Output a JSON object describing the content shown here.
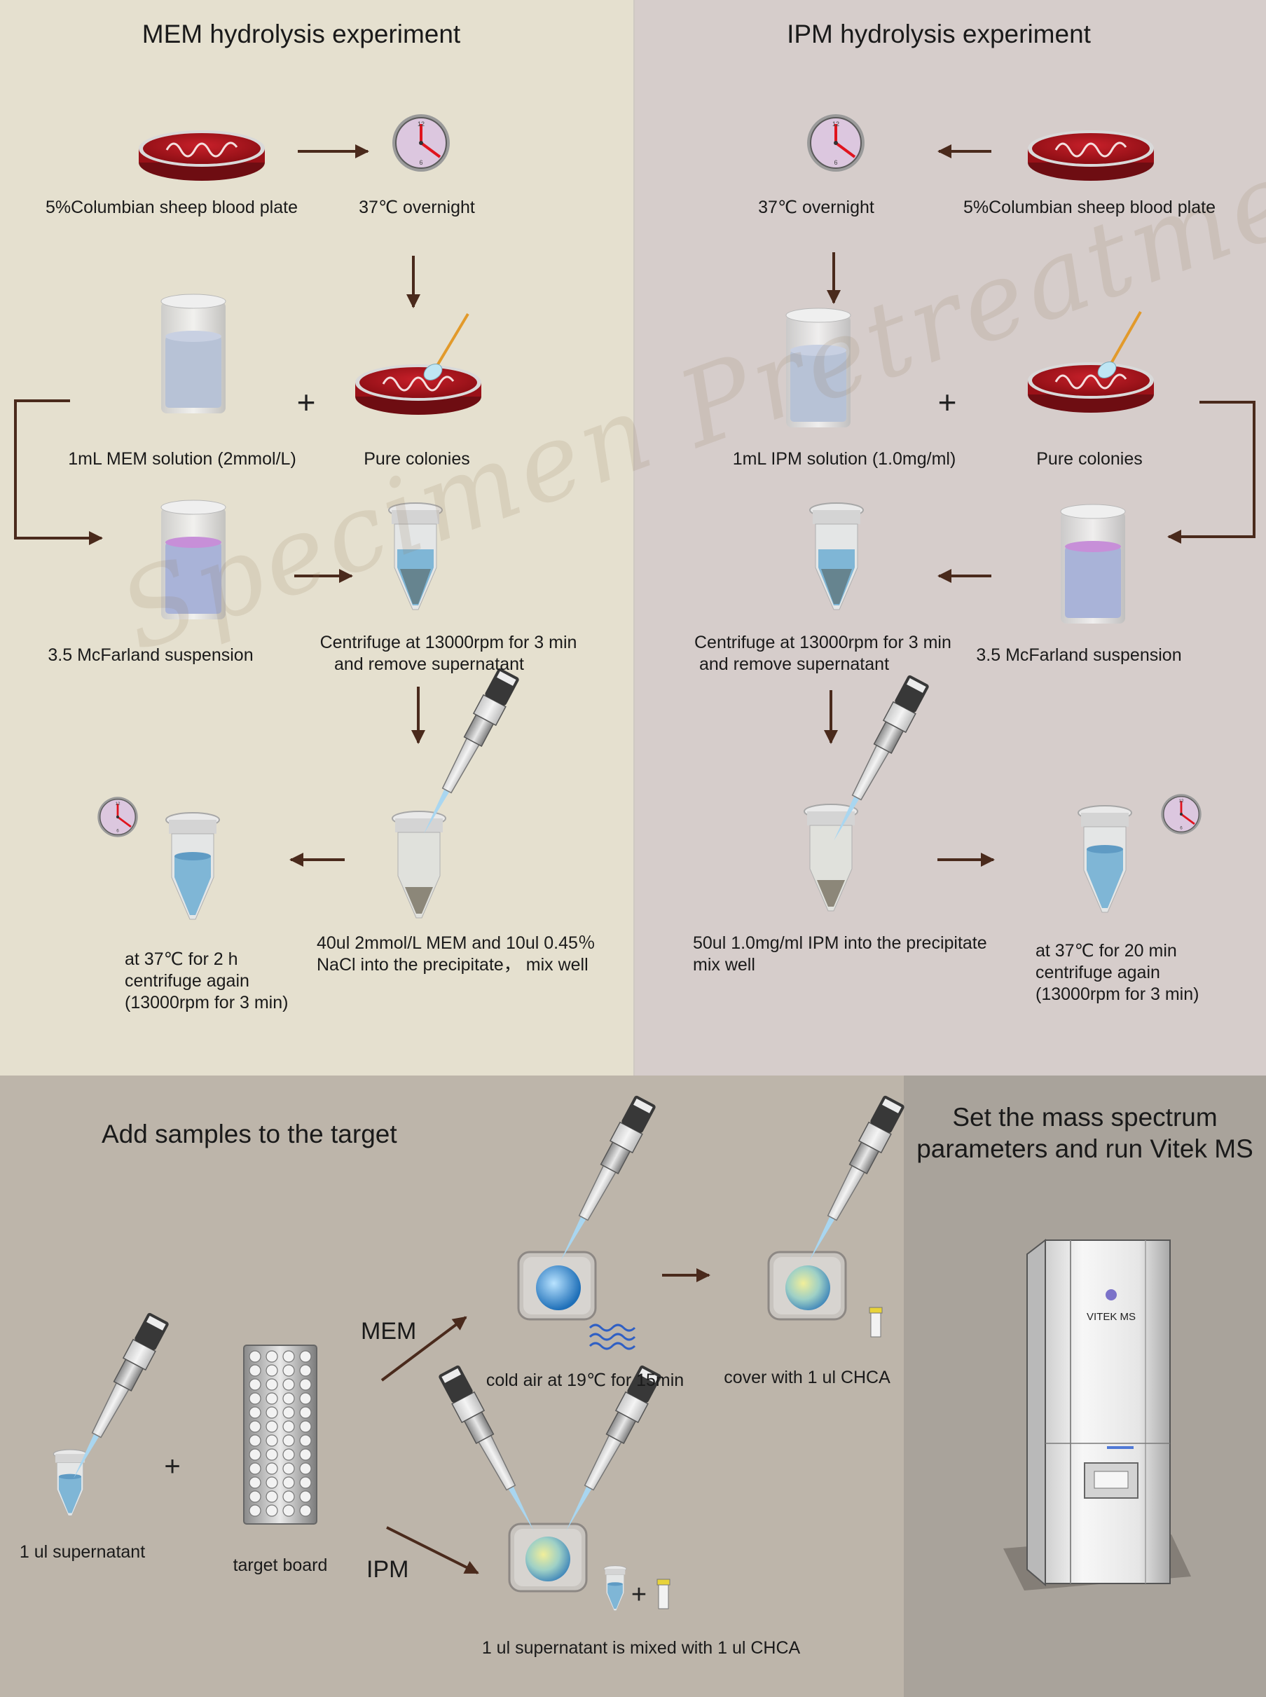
{
  "sections": {
    "mem_title": "MEM hydrolysis experiment",
    "ipm_title": "IPM hydrolysis experiment",
    "target_title": "Add samples to the target",
    "ms_title_line1": "Set the mass spectrum",
    "ms_title_line2": "parameters and run Vitek MS"
  },
  "watermark": "Specimen Pretreatment",
  "mem": {
    "plate": "5%Columbian sheep blood plate",
    "incubate": "37℃ overnight",
    "solution": "1mL MEM solution (2mmol/L)",
    "colonies": "Pure colonies",
    "suspension": "3.5 McFarland suspension",
    "centrifuge_l1": "Centrifuge at 13000rpm for 3 min",
    "centrifuge_l2": "and remove supernatant",
    "add_l1": "40ul 2mmol/L MEM and 10ul 0.45％",
    "add_l2": "NaCl  into the precipitate， mix well",
    "final_l1": "at 37℃ for 2 h",
    "final_l2": "centrifuge again",
    "final_l3": "(13000rpm for 3 min)"
  },
  "ipm": {
    "plate": "5%Columbian sheep blood plate",
    "incubate": "37℃ overnight",
    "solution": "1mL IPM solution (1.0mg/ml)",
    "colonies": "Pure colonies",
    "suspension": "3.5 McFarland suspension",
    "centrifuge_l1": "Centrifuge at 13000rpm for 3 min",
    "centrifuge_l2": "and remove supernatant",
    "add_l1": "50ul 1.0mg/ml IPM  into the precipitate",
    "add_l2": "mix well",
    "final_l1": "at 37℃ for 20 min",
    "final_l2": "centrifuge again",
    "final_l3": "(13000rpm for 3 min)"
  },
  "target": {
    "supernatant": "1 ul supernatant",
    "board": "target board",
    "mem_label": "MEM",
    "ipm_label": "IPM",
    "cold_air": "cold air at 19℃ for 15min",
    "cover": "cover with 1 ul CHCA",
    "mixed": "1 ul supernatant is mixed with 1 ul CHCA"
  },
  "instrument": {
    "label": "VITEK MS"
  },
  "clock_digits": {
    "top": "12",
    "bottom": "6"
  },
  "colors": {
    "mem_bg": "#e5e0cf",
    "ipm_bg": "#d6cdcb",
    "bottom_bg": "#bdb5aa",
    "ms_bg": "#a9a39b",
    "arrow": "#4a2a1c",
    "plate_red": "#b3131b",
    "liquid_blue": "#7fb6d6"
  },
  "icons": [
    "blood-plate-icon",
    "clock-icon",
    "beaker-icon",
    "swab-icon",
    "tube-icon",
    "pipette-icon",
    "target-spot-icon",
    "target-board-icon",
    "cold-air-icon",
    "chca-vial-icon",
    "vitek-ms-icon"
  ]
}
